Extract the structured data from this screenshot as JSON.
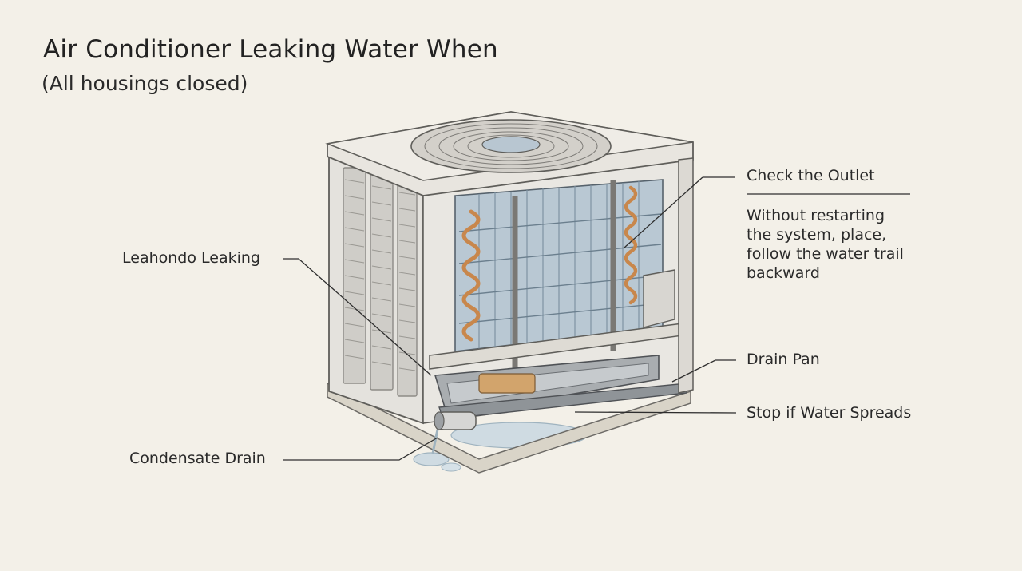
{
  "title": "Air Conditioner Leaking Water When",
  "subtitle": "(All housings closed)",
  "callouts": {
    "check_outlet": {
      "title": "Check the Outlet",
      "lines": [
        "Without restarting",
        "the system, place,",
        "follow the water trail",
        "backward"
      ]
    },
    "leaking": "Leahondo Leaking",
    "drain_pan": "Drain Pan",
    "stop_spread": "Stop if Water Spreads",
    "condensate": "Condensate Drain"
  }
}
